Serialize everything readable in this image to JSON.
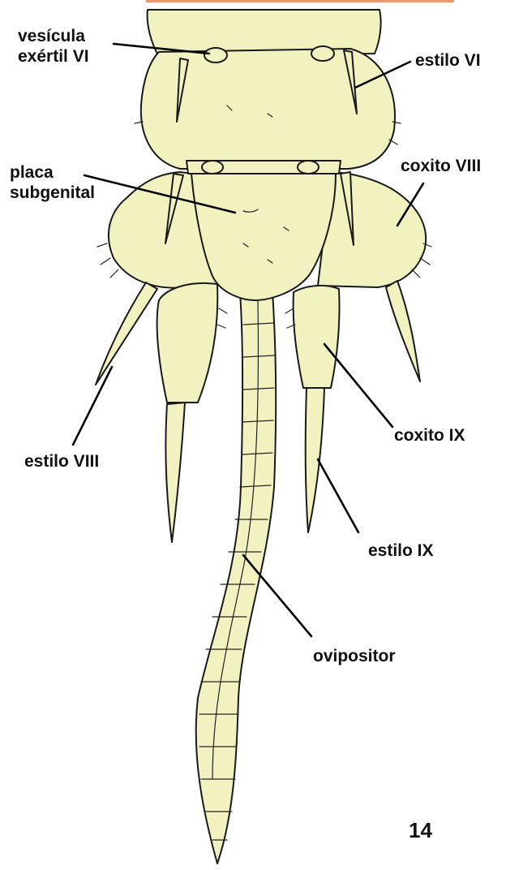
{
  "colors": {
    "fill": "#f2f2c1",
    "outline": "#1a1a1a",
    "background": "#ffffff",
    "top_accent": "#e89a6a"
  },
  "labels": {
    "vesicula_line1": "vesícula",
    "vesicula_line2": "exértil VI",
    "estilo_vi": "estilo VI",
    "placa_line1": "placa",
    "placa_line2": "subgenital",
    "coxito_viii": "coxito VIII",
    "estilo_viii": "estilo VIII",
    "coxito_ix": "coxito IX",
    "estilo_ix": "estilo IX",
    "ovipositor": "ovipositor"
  },
  "figure_number": "14"
}
